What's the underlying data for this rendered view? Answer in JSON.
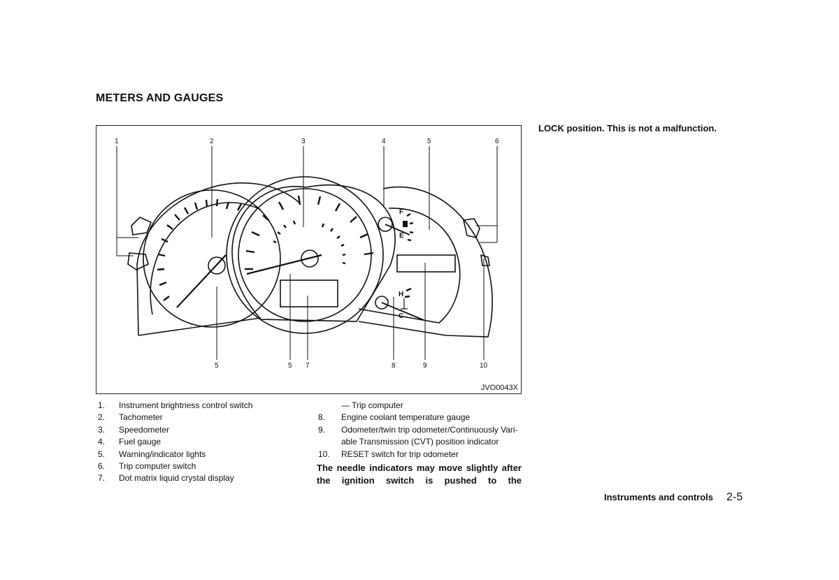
{
  "section_title": "METERS AND GAUGES",
  "figure": {
    "code": "JVO0043X",
    "callouts_top": [
      "1",
      "2",
      "3",
      "4",
      "5",
      "6"
    ],
    "callouts_bottom": [
      "5",
      "5",
      "7",
      "8",
      "9",
      "10"
    ],
    "fuel_labels": {
      "full": "F",
      "empty": "E"
    },
    "temp_labels": {
      "hot": "H",
      "cold": "C"
    }
  },
  "left_list": [
    {
      "num": "1.",
      "text": "Instrument brightness control switch"
    },
    {
      "num": "2.",
      "text": "Tachometer"
    },
    {
      "num": "3.",
      "text": "Speedometer"
    },
    {
      "num": "4.",
      "text": "Fuel gauge"
    },
    {
      "num": "5.",
      "text": "Warning/indicator lights"
    },
    {
      "num": "6.",
      "text": "Trip computer switch"
    },
    {
      "num": "7.",
      "text": "Dot matrix liquid crystal display"
    }
  ],
  "right_list": [
    {
      "num": "",
      "text": "— Trip computer"
    },
    {
      "num": "8.",
      "text": "Engine coolant temperature gauge"
    },
    {
      "num": "9.",
      "text": "Odometer/twin trip odometer/Continuously Vari-able Transmission (CVT) position indicator"
    },
    {
      "num": "10.",
      "text": "RESET switch for trip odometer"
    }
  ],
  "note_text": "The needle indicators may move slightly after the ignition switch is pushed to the",
  "note_continued": "LOCK position. This is not a malfunction.",
  "footer": {
    "section": "Instruments and controls",
    "page": "2-5"
  }
}
